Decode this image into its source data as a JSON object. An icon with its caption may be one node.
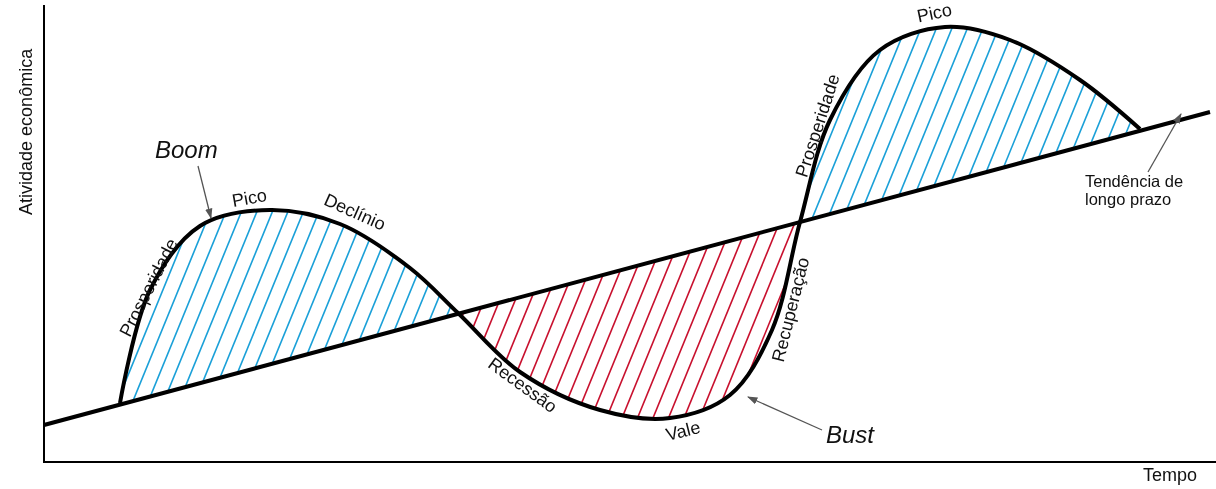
{
  "diagram": {
    "nodes": [
      {
        "text": [
          "Boom"
        ]
      },
      {
        "text": [
          "Bust"
        ]
      },
      {
        "text": [
          "Tendência de longo prazo"
        ]
      }
    ],
    "edges": [
      {
        "from": 0,
        "to": null,
        "arrow": "to"
      },
      {
        "from": 1,
        "to": null,
        "arrow": "to"
      },
      {
        "from": 2,
        "to": null,
        "arrow": "to"
      }
    ],
    "labels": [
      "Pico",
      "Prosperidade",
      "Atividade econômica",
      "Pico",
      "Declínio",
      "Prosperidade",
      "Recuperação",
      "Recessão",
      "Vale",
      "Tempo"
    ]
  }
}
